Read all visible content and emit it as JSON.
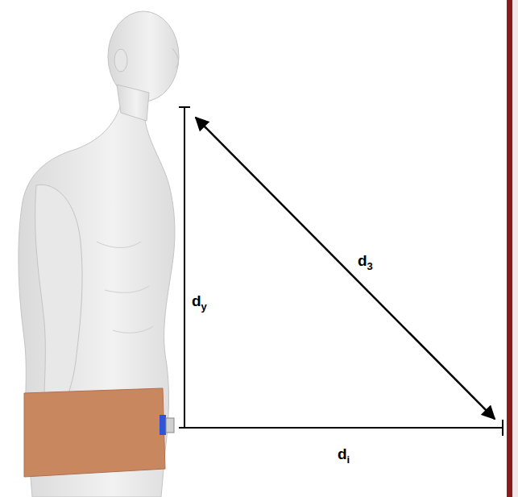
{
  "diagram": {
    "labels": [
      "dy",
      "d3",
      "di"
    ]
  }
}
